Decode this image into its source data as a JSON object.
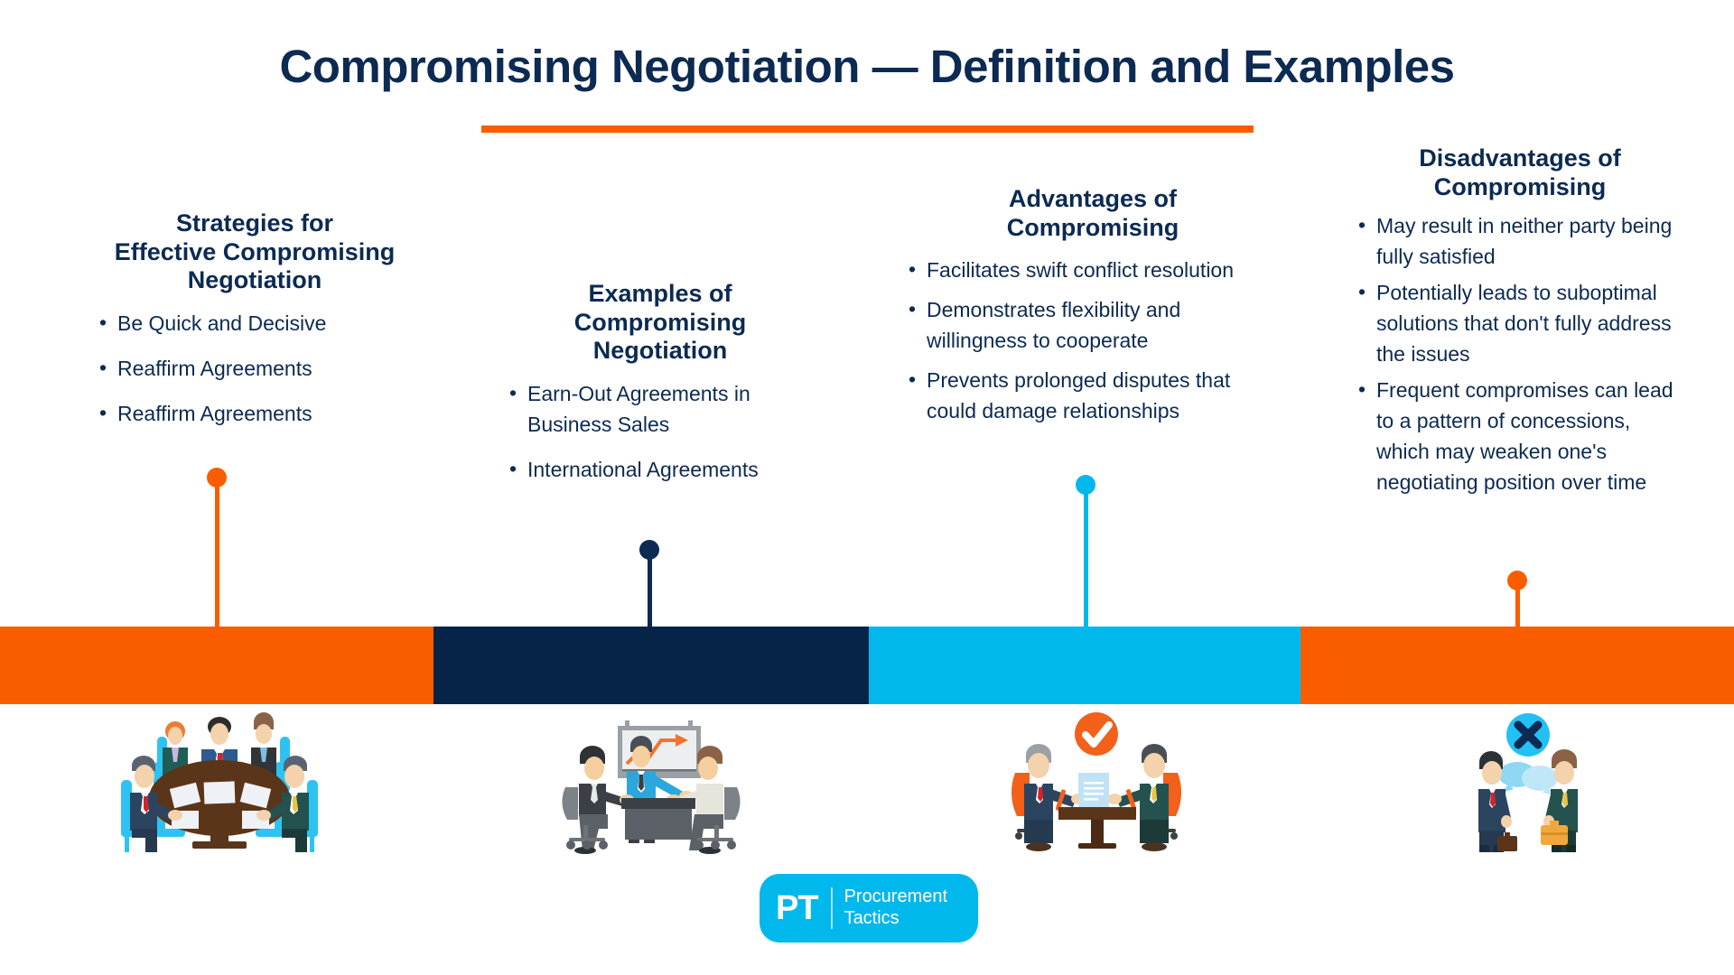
{
  "title": "Compromising Negotiation — Definition and Examples",
  "accent_colors": {
    "navy": "#0c2a52",
    "orange": "#fa5d00",
    "cyan": "#00b8ec",
    "white": "#ffffff"
  },
  "columns": [
    {
      "id": "strategies",
      "heading": "Strategies for\nEffective Compromising\nNegotiation",
      "heading_lines": [
        "Strategies for",
        "Effective Compromising",
        "Negotiation"
      ],
      "bullets": [
        "Be Quick and Decisive",
        "Reaffirm Agreements",
        "Reaffirm Agreements"
      ],
      "connector_color": "#fa5d00",
      "band_color": "#fa5d00",
      "illustration": "round-table-meeting-illustration"
    },
    {
      "id": "examples",
      "heading": "Examples of\nCompromising\nNegotiation",
      "heading_lines": [
        "Examples of",
        "Compromising",
        "Negotiation"
      ],
      "bullets": [
        "Earn-Out Agreements in Business Sales",
        "International Agreements"
      ],
      "connector_color": "#0c2a52",
      "band_color": "#062448",
      "illustration": "whiteboard-presentation-illustration"
    },
    {
      "id": "advantages",
      "heading": "Advantages of\nCompromising",
      "heading_lines": [
        "Advantages of",
        "Compromising"
      ],
      "bullets": [
        "Facilitates swift conflict resolution",
        "Demonstrates flexibility and willingness to cooperate",
        "Prevents prolonged disputes that could damage relationships"
      ],
      "connector_color": "#00b8ec",
      "band_color": "#00b8ec",
      "illustration": "contract-signing-approved-illustration"
    },
    {
      "id": "disadvantages",
      "heading": "Disadvantages of\nCompromising",
      "heading_lines": [
        "Disadvantages of",
        "Compromising"
      ],
      "bullets": [
        "May result in neither party being fully satisfied",
        "Potentially leads to suboptimal solutions that don't fully address the issues",
        "Frequent compromises can lead to a pattern of concessions, which may weaken one's negotiating position over time"
      ],
      "connector_color": "#fa5d00",
      "band_color": "#fa5d00",
      "illustration": "failed-discussion-illustration"
    }
  ],
  "logo": {
    "mark": "PT",
    "line1": "Procurement",
    "line2": "Tactics"
  }
}
